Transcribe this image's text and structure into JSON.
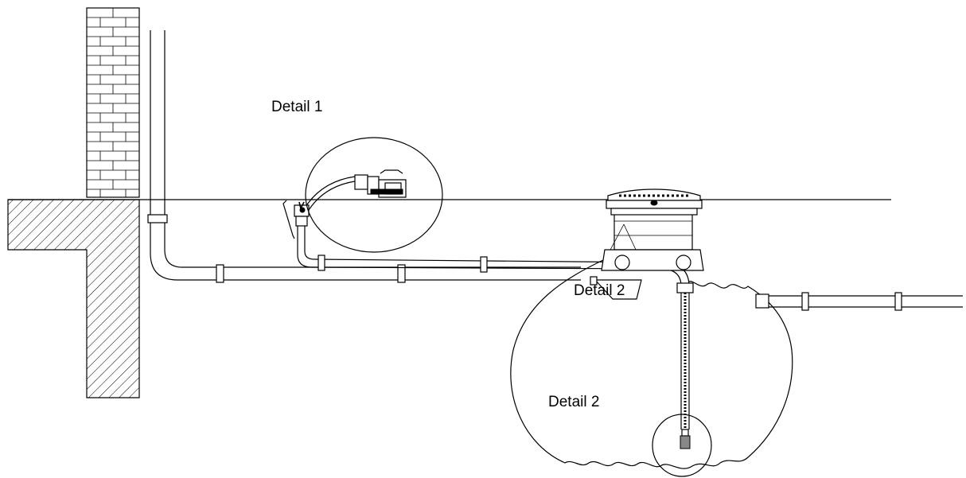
{
  "labels": {
    "detail_1": "Detail 1",
    "detail_2_top": "Detail 2",
    "detail_2_bottom": "Detail 2"
  },
  "colors": {
    "line": "#000000",
    "background": "#ffffff"
  }
}
